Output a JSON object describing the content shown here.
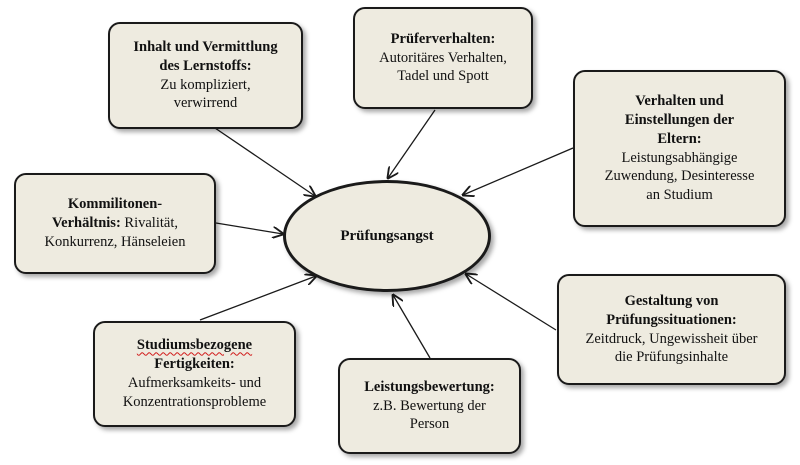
{
  "diagram": {
    "center": "Prüfungsangst",
    "boxes": [
      {
        "id": "lernstoff",
        "heading_lines": [
          "Inhalt und Vermittlung",
          "des Lernstoffs:"
        ],
        "body_lines": [
          "Zu kompliziert,",
          "verwirrend"
        ]
      },
      {
        "id": "prueferverhalten",
        "heading_lines": [
          "Prüferverhalten:"
        ],
        "body_lines": [
          "Autoritäres Verhalten,",
          "Tadel und Spott"
        ]
      },
      {
        "id": "eltern",
        "heading_lines": [
          "Verhalten und",
          "Einstellungen der",
          "Eltern:"
        ],
        "body_lines": [
          "Leistungsabhängige",
          "Zuwendung, Desinteresse",
          "an Studium"
        ]
      },
      {
        "id": "kommilitonen",
        "heading_line1": "Kommilitonen-",
        "heading_line2": "Verhältnis:",
        "body_line2_tail": " Rivalität,",
        "body_line3": "Konkurrenz, Hänseleien"
      },
      {
        "id": "fertigkeiten",
        "heading_lines": [
          "Studiumsbezogene",
          "Fertigkeiten:"
        ],
        "body_lines": [
          "Aufmerksamkeits- und",
          "Konzentrationsprobleme"
        ]
      },
      {
        "id": "leistungsbewertung",
        "heading_lines": [
          "Leistungsbewertung:"
        ],
        "body_lines": [
          "z.B. Bewertung der",
          "Person"
        ]
      },
      {
        "id": "pruefungssituationen",
        "heading_lines": [
          "Gestaltung von",
          "Prüfungssituationen:"
        ],
        "body_lines": [
          "Zeitdruck, Ungewissheit über",
          "die Prüfungsinhalte"
        ]
      }
    ]
  }
}
